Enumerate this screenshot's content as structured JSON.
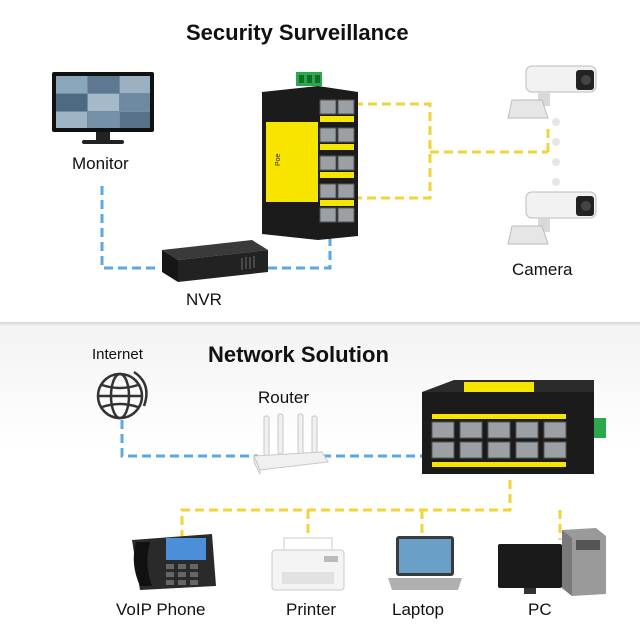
{
  "sections": {
    "surveillance": {
      "title": "Security Surveillance"
    },
    "network": {
      "title": "Network Solution"
    }
  },
  "devices": {
    "monitor": "Monitor",
    "nvr": "NVR",
    "camera": "Camera",
    "internet": "Internet",
    "router": "Router",
    "voip": "VoIP Phone",
    "printer": "Printer",
    "laptop": "Laptop",
    "pc": "PC"
  },
  "colors": {
    "ethernet_blue": "#5aa9e6",
    "poe_yellow": "#f2d43a",
    "switch_yellow": "#f7e500",
    "switch_body": "#1b1b1b"
  }
}
